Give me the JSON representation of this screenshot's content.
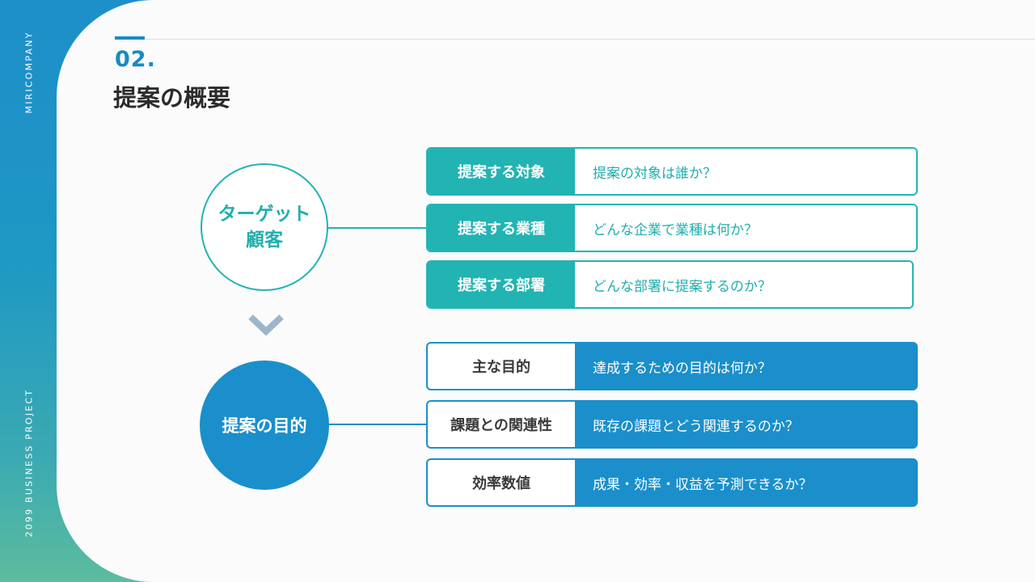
{
  "side": {
    "brand": "MIRICOMPANY",
    "project": "2099 BUSINESS PROJECT"
  },
  "header": {
    "number": "02.",
    "title": "提案の概要"
  },
  "target": {
    "circle_line1": "ターゲット",
    "circle_line2": "顧客",
    "rows": [
      {
        "label": "提案する対象",
        "text": "提案の対象は誰か？"
      },
      {
        "label": "提案する業種",
        "text": "どんな企業で業種は何か？"
      },
      {
        "label": "提案する部署",
        "text": "どんな部署に提案するのか？"
      }
    ]
  },
  "purpose": {
    "circle": "提案の目的",
    "rows": [
      {
        "label": "主な目的",
        "text": "達成するための目的は何か？"
      },
      {
        "label": "課題との関連性",
        "text": "既存の課題とどう関連するのか？"
      },
      {
        "label": "効率数値",
        "text": "成果・効率・収益を予測できるか？"
      }
    ]
  },
  "icons": {
    "arrow": "chevron-down-icon"
  },
  "colors": {
    "teal": "#22b3b3",
    "blue": "#1a8fcb",
    "title": "#2b2b2b"
  }
}
